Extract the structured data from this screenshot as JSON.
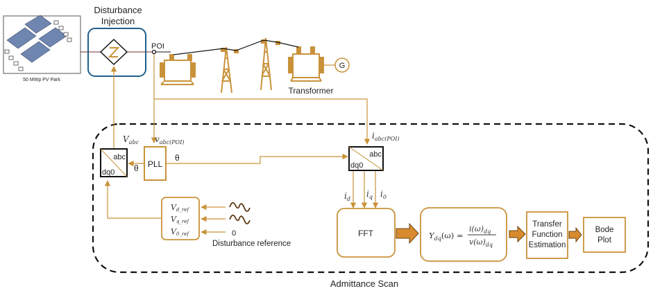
{
  "colors": {
    "accent": "#c9923a",
    "accent_dark": "#b5762a",
    "injection_border": "#1f5f8b",
    "frame": "#111111",
    "panel": "#6f86b0"
  },
  "pv_park": {
    "label": "50 MWp PV Park"
  },
  "injection": {
    "title_line1": "Disturbance",
    "title_line2": "Injection",
    "icon": "impedance-diamond-icon"
  },
  "grid": {
    "poi_label": "POI",
    "transformer_label": "Transformer",
    "generator_label": "G"
  },
  "signals": {
    "v_abc": "V",
    "v_abc_sub": "abc",
    "v_poi": "v",
    "v_poi_sub": "abc(POI)",
    "i_poi": "i",
    "i_poi_sub": "abc(POI)",
    "theta_left": "θ",
    "theta_right": "θ",
    "id": "i",
    "id_sub": "d",
    "iq": "i",
    "iq_sub": "q",
    "i0": "i",
    "i0_sub": "0"
  },
  "blocks": {
    "transform_abc": "abc",
    "transform_dq0": "dq0",
    "pll": "PLL",
    "fft": "FFT",
    "admittance_lhs": "Y",
    "admittance_lhs_sub": "dq",
    "admittance_lhs_arg": "(ω) =",
    "admittance_num": "i(ω)",
    "admittance_num_sub": "dq",
    "admittance_den": "v(ω)",
    "admittance_den_sub": "dq",
    "tfe_line1": "Transfer",
    "tfe_line2": "Function",
    "tfe_line3": "Estimation",
    "bode_line1": "Bode",
    "bode_line2": "Plot"
  },
  "reference": {
    "vd": "V",
    "vd_sub": "d_ref",
    "vq": "V",
    "vq_sub": "q_ref",
    "v0": "V",
    "v0_sub": "0_ref",
    "zero": "0",
    "caption": "Disturbance reference"
  },
  "scan": {
    "label": "Admittance Scan"
  }
}
